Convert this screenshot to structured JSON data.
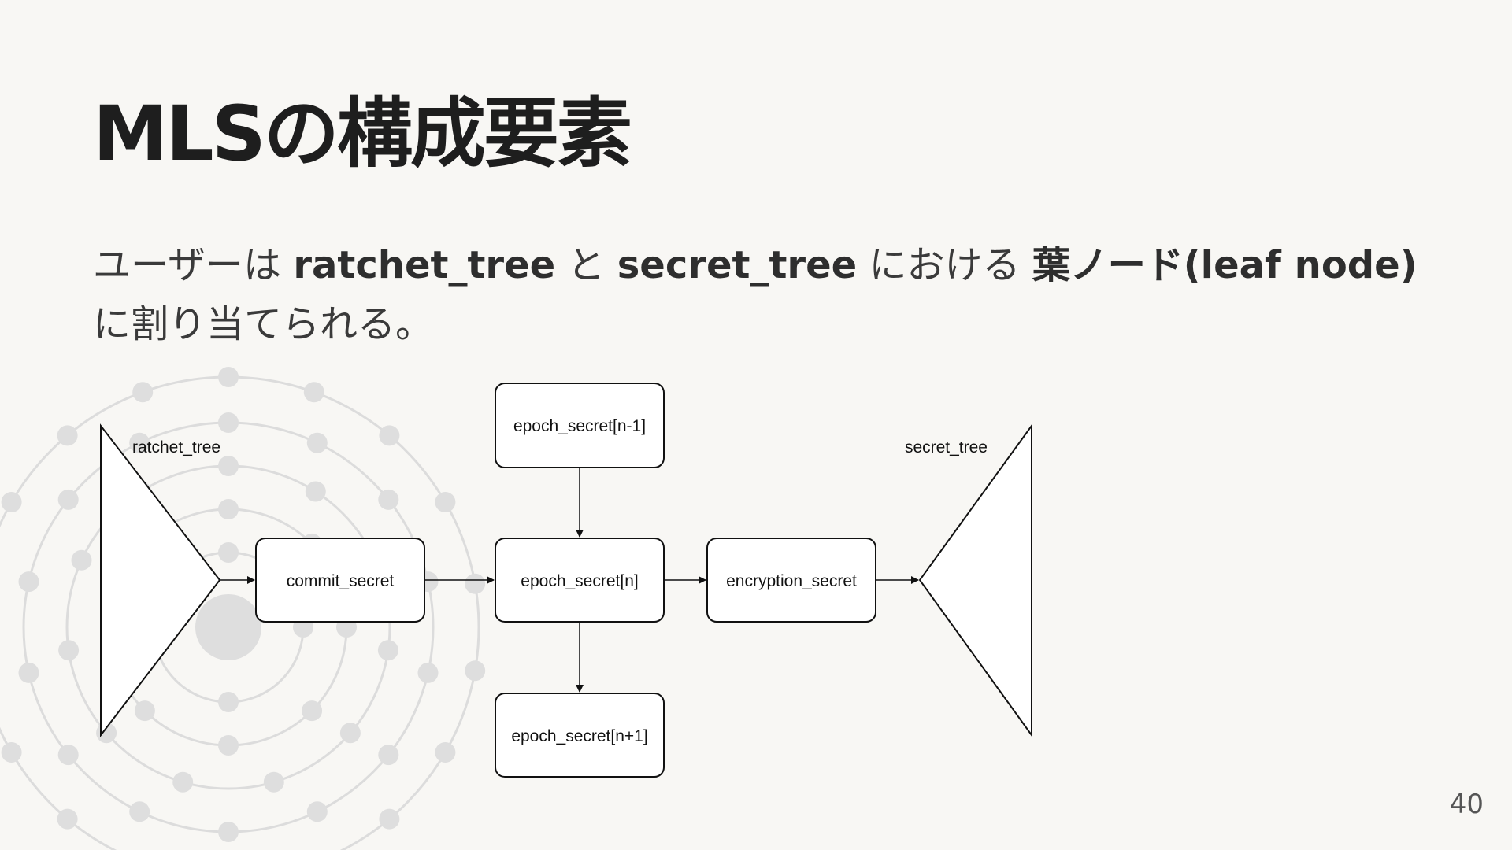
{
  "slide": {
    "title": "MLSの構成要素",
    "page_number": "40"
  },
  "body": {
    "t1": "ユーザーは ",
    "b1": "ratchet_tree",
    "t2": " と ",
    "b2": "secret_tree",
    "t3": " における ",
    "b3": "葉ノード(leaf node)",
    "t4": " に割り当てられる。"
  },
  "diagram": {
    "ratchet_tree_label": "ratchet_tree",
    "secret_tree_label": "secret_tree",
    "nodes": {
      "commit_secret": "commit_secret",
      "epoch_secret_prev": "epoch_secret[n-1]",
      "epoch_secret": "epoch_secret[n]",
      "epoch_secret_next": "epoch_secret[n+1]",
      "encryption_secret": "encryption_secret"
    }
  },
  "colors": {
    "background": "#f8f7f4",
    "decoration": "#dcdcdc"
  }
}
